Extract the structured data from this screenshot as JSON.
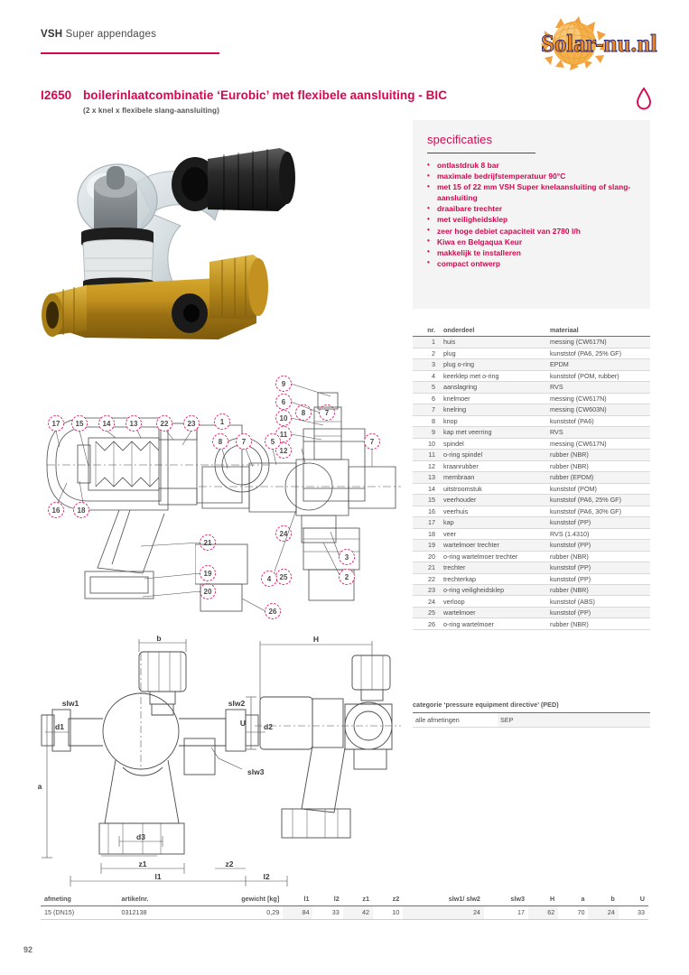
{
  "header": {
    "brand": "VSH",
    "title_rest": " Super appendages",
    "logo_text": "Solar-nu.nl",
    "logo_icon": "sun-icon"
  },
  "product": {
    "code": "I2650",
    "name": "boilerinlaatcombinatie ‘Eurobic’ met flexibele aansluiting - BIC",
    "subtitle": "(2 x knel x flexibele slang-aansluiting)",
    "droplet_icon": "water-drop-icon",
    "photo_alt": "boilerinlaatcombinatie Eurobic product photo"
  },
  "specifications": {
    "heading": "specificaties",
    "items": [
      "ontlastdruk 8 bar",
      "maximale bedrijfstemperatuur 90°C",
      "met 15 of 22  mm VSH Super knelaansluiting of slang-aansluiting",
      "draaibare trechter",
      "met veiligheidsklep",
      "zeer hoge debiet capaciteit van 2780 l/h",
      "Kiwa en Belgaqua Keur",
      "makkelijk te installeren",
      "compact ontwerp"
    ]
  },
  "parts_table": {
    "columns": [
      "nr.",
      "onderdeel",
      "materiaal"
    ],
    "rows": [
      [
        "1",
        "huis",
        "messing (CW617N)"
      ],
      [
        "2",
        "plug",
        "kunststof (PA6, 25% GF)"
      ],
      [
        "3",
        "plug o-ring",
        "EPDM"
      ],
      [
        "4",
        "keerklep met o-ring",
        "kunststof (POM, rubber)"
      ],
      [
        "5",
        "aanslagring",
        "RVS"
      ],
      [
        "6",
        "knelmoer",
        "messing (CW617N)"
      ],
      [
        "7",
        "knelring",
        "messing (CW603N)"
      ],
      [
        "8",
        "knop",
        "kunststof (PA6)"
      ],
      [
        "9",
        "kap met veerring",
        "RVS"
      ],
      [
        "10",
        "spindel",
        "messing (CW617N)"
      ],
      [
        "11",
        "o-ring spindel",
        "rubber (NBR)"
      ],
      [
        "12",
        "kraanrubber",
        "rubber (NBR)"
      ],
      [
        "13",
        "membraan",
        "rubber (EPDM)"
      ],
      [
        "14",
        "uitstroomstuk",
        "kunststof (POM)"
      ],
      [
        "15",
        "veerhouder",
        "kunststof (PA6, 25% GF)"
      ],
      [
        "16",
        "veerhuis",
        "kunststof (PA6, 30% GF)"
      ],
      [
        "17",
        "kap",
        "kunststof (PP)"
      ],
      [
        "18",
        "veer",
        "RVS (1.4310)"
      ],
      [
        "19",
        "wartelmoer trechter",
        "kunststof (PP)"
      ],
      [
        "20",
        "o-ring wartelmoer trechter",
        "rubber (NBR)"
      ],
      [
        "21",
        "trechter",
        "kunststof (PP)"
      ],
      [
        "22",
        "trechterkap",
        "kunststof (PP)"
      ],
      [
        "23",
        "o-ring veiligheidsklep",
        "rubber (NBR)"
      ],
      [
        "24",
        "verloop",
        "kunststof (ABS)"
      ],
      [
        "25",
        "wartelmoer",
        "kunststof (PP)"
      ],
      [
        "26",
        "o-ring wartelmoer",
        "rubber (NBR)"
      ]
    ]
  },
  "ped_table": {
    "heading": "categorie ‘pressure equipment directive’ (PED)",
    "key": "alle afmetingen",
    "value": "SEP"
  },
  "drawings": {
    "exploded_callouts": [
      "1",
      "2",
      "3",
      "4",
      "5",
      "6",
      "7",
      "8",
      "9",
      "10",
      "11",
      "12",
      "13",
      "14",
      "15",
      "16",
      "17",
      "18",
      "19",
      "20",
      "21",
      "22",
      "23",
      "24",
      "25",
      "26"
    ],
    "dimension_labels": [
      "slw1",
      "slw2",
      "slw3",
      "d1",
      "d2",
      "d3",
      "a",
      "b",
      "z1",
      "z2",
      "l1",
      "l2",
      "H",
      "U"
    ]
  },
  "dimension_table": {
    "columns": [
      "afmeting",
      "artikelnr.",
      "gewicht [kg]",
      "l1",
      "l2",
      "z1",
      "z2",
      "slw1/ slw2",
      "slw3",
      "H",
      "a",
      "b",
      "U"
    ],
    "rows": [
      [
        "15 (DN15)",
        "0312138",
        "0,29",
        "84",
        "33",
        "42",
        "10",
        "24",
        "17",
        "62",
        "70",
        "24",
        "33"
      ]
    ]
  },
  "page_number": "92",
  "colors": {
    "accent": "#d6064f",
    "text": "#4b4b4b",
    "panel": "#f4f4f4",
    "logo_orange": "#f5a623",
    "logo_blue": "#2a2a7a"
  }
}
